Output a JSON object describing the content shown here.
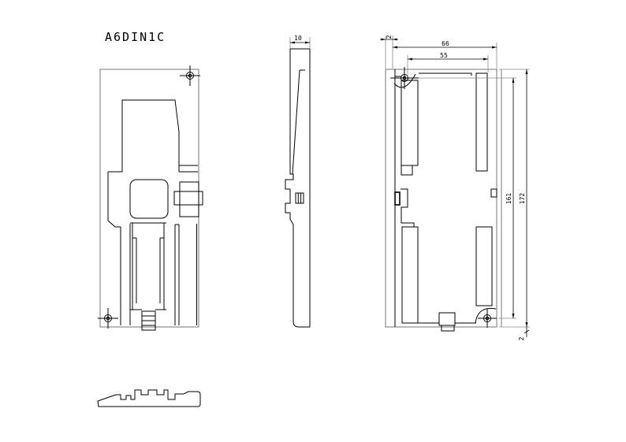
{
  "title": "A6DIN1C",
  "dimensions": {
    "side_thickness": "10",
    "edge_offset_top": "2",
    "outer_width": "66",
    "inner_width": "55",
    "hole_spacing": "161",
    "overall_height": "172",
    "edge_offset_bottom": "2"
  },
  "colors": {
    "line": "#000000",
    "outline_gray": "#808080",
    "background": "#ffffff"
  }
}
